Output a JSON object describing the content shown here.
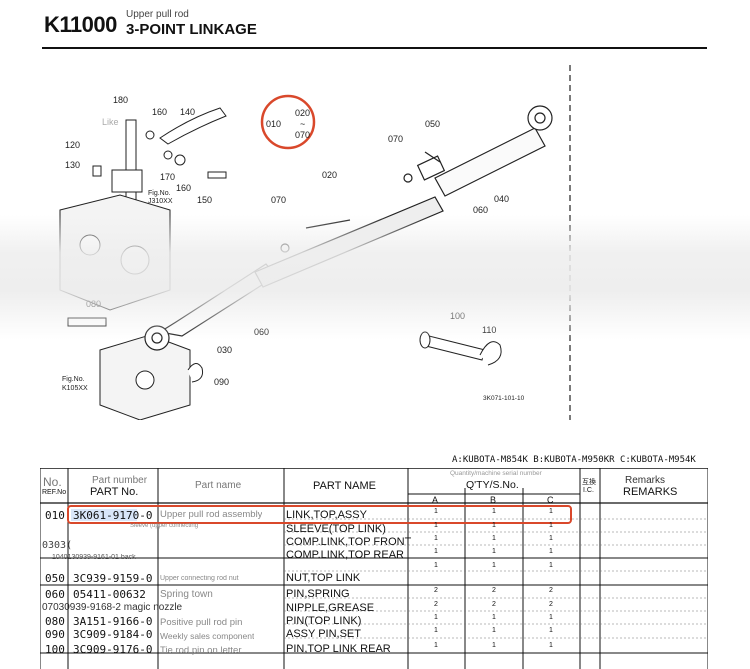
{
  "header": {
    "code": "K11000",
    "subtitle_small": "Upper pull rod",
    "title": "3-POINT LINKAGE"
  },
  "diagram": {
    "callouts": [
      "180",
      "160",
      "140",
      "120",
      "130",
      "170",
      "160",
      "150",
      "010",
      "020",
      "070",
      "070",
      "050",
      "020",
      "040",
      "060",
      "070",
      "080",
      "060",
      "030",
      "090",
      "100",
      "110"
    ],
    "range_label": [
      "020",
      "~",
      "070"
    ],
    "fig_labels": [
      {
        "line1": "Fig.No.",
        "line2": "J310XX"
      },
      {
        "line1": "Fig.No.",
        "line2": "K105XX"
      }
    ],
    "ghost_label": "Like",
    "drawing_id": "3K071-101-10",
    "highlight_color": "#d9482b"
  },
  "table": {
    "models_line": "A:KUBOTA-M854K  B:KUBOTA-M950KR  C:KUBOTA-M954K",
    "headers": {
      "no_ghost": "No.",
      "no": "REF.No",
      "partno_ghost": "Part number",
      "partno": "PART No.",
      "partname_ghost": "Part name",
      "partname": "PART NAME",
      "qty_ghost": "Quantity/machine serial number",
      "qty": "Q'TY/S.No.",
      "col_a": "A",
      "col_b": "B",
      "col_c": "C",
      "ic_cjk": "互換",
      "ic": "I.C.",
      "remarks_ghost": "Remarks",
      "remarks": "REMARKS"
    },
    "rows": [
      {
        "ref": "010",
        "partno": "3K061-9170-0",
        "ghost": "Upper pull rod assembly",
        "ghost2": "Sleeve (upper connecting",
        "name": "LINK,TOP,ASSY",
        "a": "1",
        "b": "1",
        "c": "1"
      },
      {
        "ref": "",
        "partno": "",
        "ghost": "",
        "ghost2": "",
        "name": "SLEEVE(TOP LINK)",
        "a": "1",
        "b": "1",
        "c": "1"
      },
      {
        "ref": "0303(",
        "partno": "",
        "ghost": "",
        "ghost2": "",
        "name": "COMP.LINK,TOP FRONT",
        "a": "1",
        "b": "1",
        "c": "1"
      },
      {
        "ref": "",
        "partno": "",
        "ghost": "1040130939-9161-01 back",
        "ghost2": "",
        "name": "COMP.LINK,TOP REAR",
        "a": "1",
        "b": "1",
        "c": "1"
      },
      {
        "ref": "050",
        "partno": "3C939-9159-0",
        "ghost": "Upper connecting rod nut",
        "ghost2": "",
        "name": "NUT,TOP LINK",
        "a": "1",
        "b": "1",
        "c": "1"
      },
      {
        "ref": "060",
        "partno": "05411-00632",
        "ghost": "Spring town",
        "ghost2": "",
        "name": "PIN,SPRING",
        "a": "2",
        "b": "2",
        "c": "2"
      },
      {
        "ref": "",
        "partno": "",
        "ghost": "07030939-9168-2 magic nozzle",
        "ghost2": "",
        "name": "NIPPLE,GREASE",
        "a": "2",
        "b": "2",
        "c": "2"
      },
      {
        "ref": "080",
        "partno": "3A151-9166-0",
        "ghost": "Positive pull rod pin",
        "ghost2": "",
        "name": "PIN(TOP LINK)",
        "a": "1",
        "b": "1",
        "c": "1"
      },
      {
        "ref": "090",
        "partno": "3C909-9184-0",
        "ghost": "Weekly sales component",
        "ghost2": "",
        "name": "ASSY PIN,SET",
        "a": "1",
        "b": "1",
        "c": "1"
      },
      {
        "ref": "100",
        "partno": "3C909-9176-0",
        "ghost": "Tie rod pin on letter",
        "ghost2": "",
        "name": "PIN,TOP LINK REAR",
        "a": "1",
        "b": "1",
        "c": "1"
      }
    ]
  }
}
